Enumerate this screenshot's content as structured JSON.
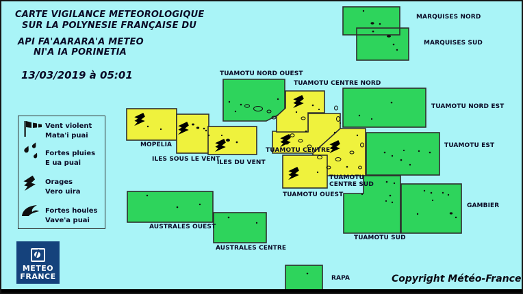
{
  "title": {
    "line1": "CARTE VIGILANCE METEOROLOGIQUE",
    "line2": "SUR LA POLYNESIE FRANÇAISE DU",
    "line3": "API FA'AARARA'A METEO",
    "line4": "NI'A IA PORINETIA",
    "datetime": "13/03/2019 à 05:01"
  },
  "legend": {
    "items": [
      {
        "icon": "windsock-icon",
        "fr": "Vent violent",
        "ty": "Mata'i puai"
      },
      {
        "icon": "raindrops-icon",
        "fr": "Fortes pluies",
        "ty": "E ua puai"
      },
      {
        "icon": "lightning-icon",
        "fr": "Orages",
        "ty": "Vero uira"
      },
      {
        "icon": "wave-icon",
        "fr": "Fortes houles",
        "ty": "Vave'a puai"
      }
    ]
  },
  "zones": [
    {
      "id": "marquises-nord",
      "label": "MARQUISES NORD",
      "status": "green",
      "hazards": []
    },
    {
      "id": "marquises-sud",
      "label": "MARQUISES SUD",
      "status": "green",
      "hazards": []
    },
    {
      "id": "tuamotu-nord-ouest",
      "label": "TUAMOTU NORD OUEST",
      "status": "green",
      "hazards": []
    },
    {
      "id": "tuamotu-centre-nord",
      "label": "TUAMOTU CENTRE NORD",
      "status": "yellow",
      "hazards": [
        "Orages"
      ]
    },
    {
      "id": "tuamotu-nord-est",
      "label": "TUAMOTU NORD EST",
      "status": "green",
      "hazards": []
    },
    {
      "id": "tuamotu-est",
      "label": "TUAMOTU EST",
      "status": "green",
      "hazards": []
    },
    {
      "id": "tuamotu-centre",
      "label": "TUAMOTU CENTRE",
      "status": "yellow",
      "hazards": [
        "Orages"
      ]
    },
    {
      "id": "tuamotu-centre-sud",
      "label": "TUAMOTU CENTRE SUD",
      "label_lines": [
        "TUAMOTU",
        "CENTRE SUD"
      ],
      "status": "yellow",
      "hazards": []
    },
    {
      "id": "tuamotu-ouest",
      "label": "TUAMOTU OUEST",
      "status": "yellow",
      "hazards": [
        "Orages"
      ]
    },
    {
      "id": "tuamotu-sud",
      "label": "TUAMOTU SUD",
      "status": "green",
      "hazards": []
    },
    {
      "id": "gambier",
      "label": "GAMBIER",
      "status": "green",
      "hazards": []
    },
    {
      "id": "mopelia",
      "label": "MOPELIA",
      "status": "yellow",
      "hazards": [
        "Orages"
      ]
    },
    {
      "id": "iles-sous-le-vent",
      "label": "ILES SOUS LE VENT",
      "status": "yellow",
      "hazards": [
        "Orages"
      ]
    },
    {
      "id": "iles-du-vent",
      "label": "ILES DU VENT",
      "status": "yellow",
      "hazards": [
        "Orages"
      ]
    },
    {
      "id": "australes-ouest",
      "label": "AUSTRALES OUEST",
      "status": "green",
      "hazards": []
    },
    {
      "id": "australes-centre",
      "label": "AUSTRALES CENTRE",
      "status": "green",
      "hazards": []
    },
    {
      "id": "rapa",
      "label": "RAPA",
      "status": "green",
      "hazards": []
    }
  ],
  "logo": {
    "line1": "METEO",
    "line2": "FRANCE"
  },
  "copyright": "Copyright Météo-France",
  "colors": {
    "background": "#a9f4f7",
    "vigilance_green": "#2ed45c",
    "vigilance_yellow": "#eff23d",
    "zone_border": "#2d2d2d",
    "label_text": "#0a0a26",
    "logo_navy": "#15427c",
    "hazard_icon": "#000000"
  }
}
